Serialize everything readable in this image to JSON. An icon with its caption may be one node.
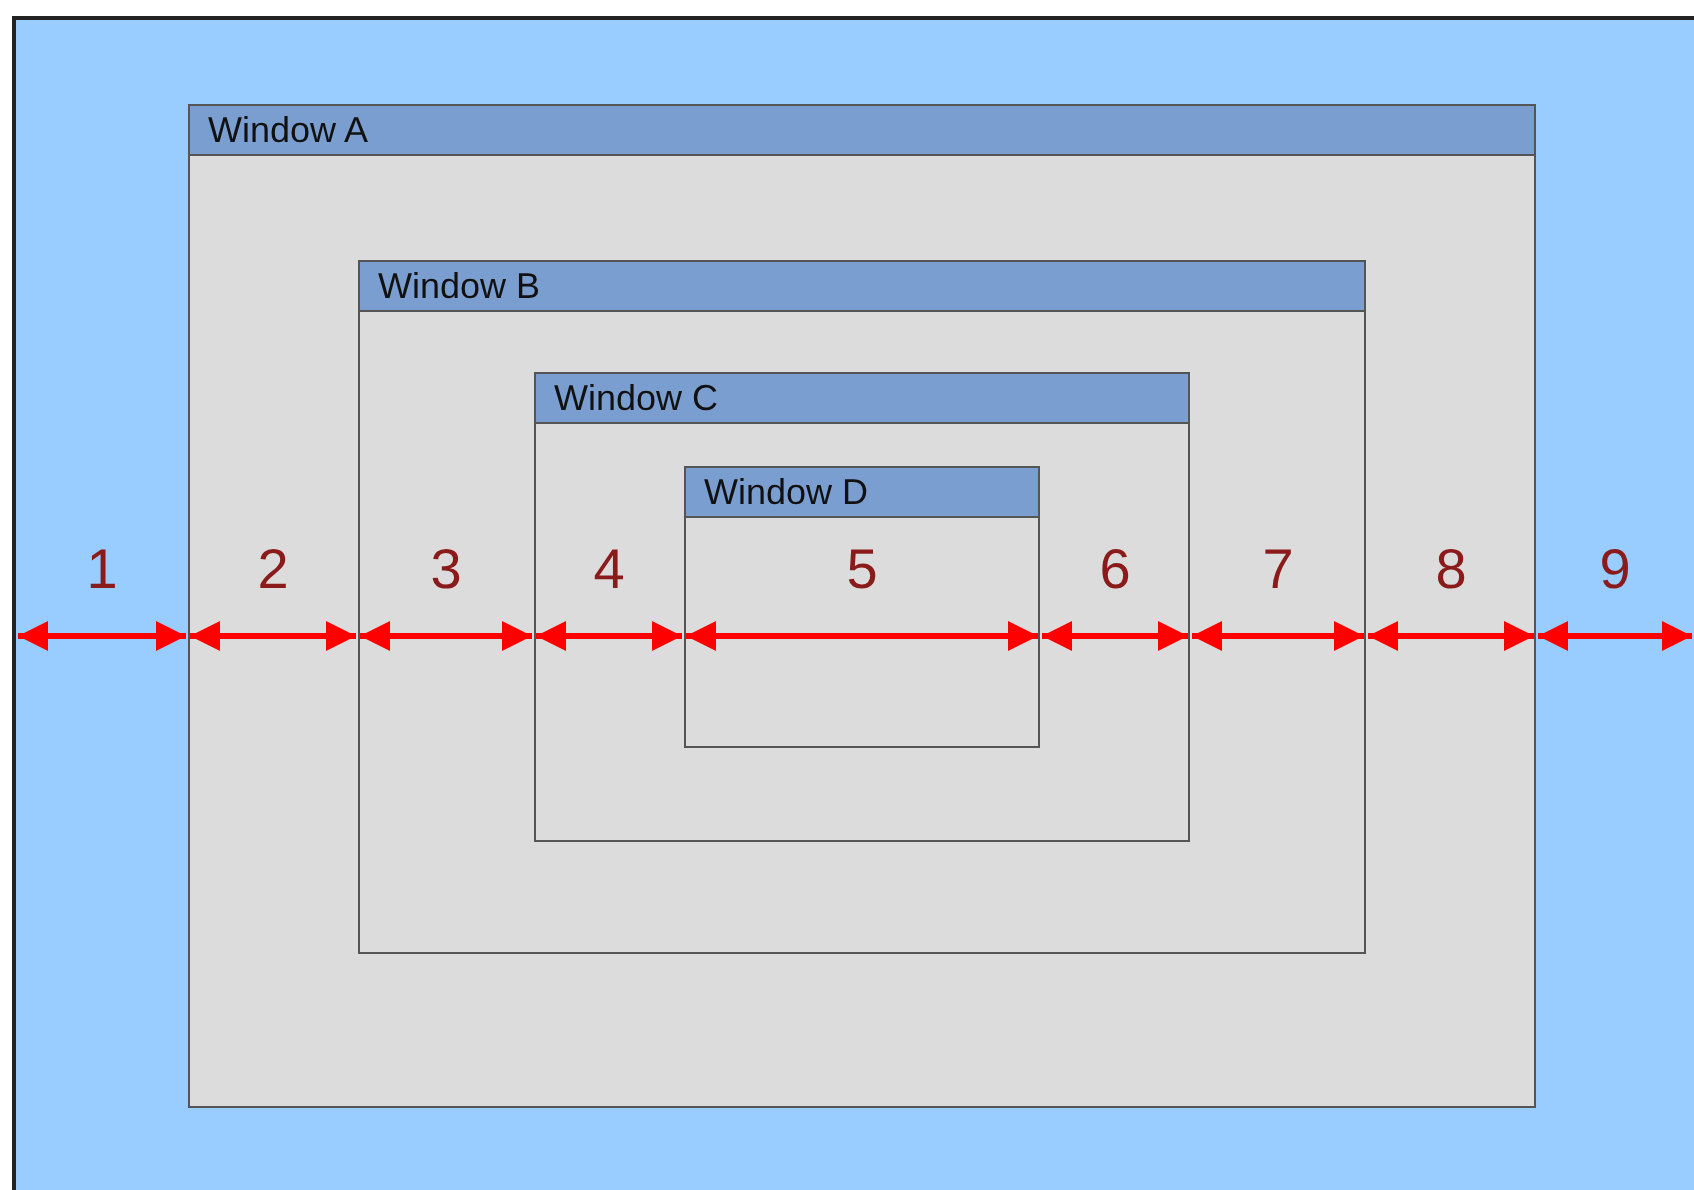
{
  "diagram": {
    "nodes": [
      {
        "text": [
          "Window A"
        ]
      },
      {
        "text": [
          "Window B"
        ],
        "in": 0
      },
      {
        "text": [
          "Window C"
        ],
        "in": 1
      },
      {
        "text": [
          "Window D"
        ],
        "in": 2
      }
    ],
    "labels": [
      "1",
      "2",
      "3",
      "4",
      "5",
      "6",
      "7",
      "8",
      "9"
    ]
  }
}
